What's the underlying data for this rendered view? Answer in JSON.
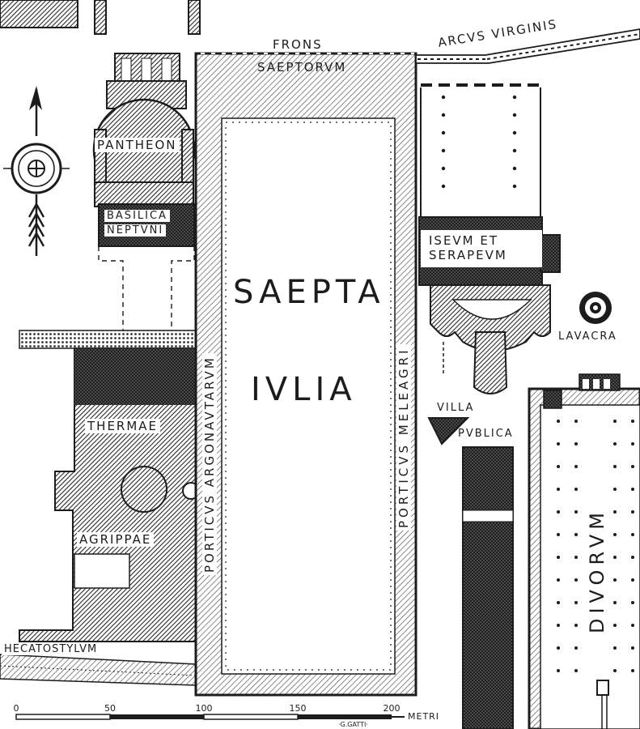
{
  "labels": {
    "frons": "FRONS",
    "saeptorum": "SAEPTORVM",
    "arcus_virginis": "ARCVS VIRGINIS",
    "pantheon": "PANTHEON",
    "basilica_line1": "BASILICA",
    "basilica_line2": "NEPTVNI",
    "saepta": "SAEPTA",
    "iulia": "IVLIA",
    "porticus_argonautarum": "PORTICVS ARGONAVTARVM",
    "porticus_meleagri": "PORTICVS MELEAGRI",
    "iseum_line1": "ISEVM ET",
    "iseum_line2": "SERAPEVM",
    "lavacra": "LAVACRA",
    "villa": "VILLA",
    "publica": "PVBLICA",
    "thermae": "THERMAE",
    "agrippae": "AGRIPPAE",
    "divorum": "DIVORVM",
    "hecatostylum": "HECATOSTYLVM"
  },
  "scale": {
    "ticks": [
      "0",
      "50",
      "100",
      "150",
      "200"
    ],
    "unit": "METRI",
    "credit": "·G.GATTI·"
  },
  "colors": {
    "ink": "#1c1c1c",
    "paper": "#ffffff",
    "hatch": "#4a4a4a"
  },
  "icons": {
    "north_arrow": "north-arrow-icon",
    "compass": "compass-rose-icon"
  }
}
